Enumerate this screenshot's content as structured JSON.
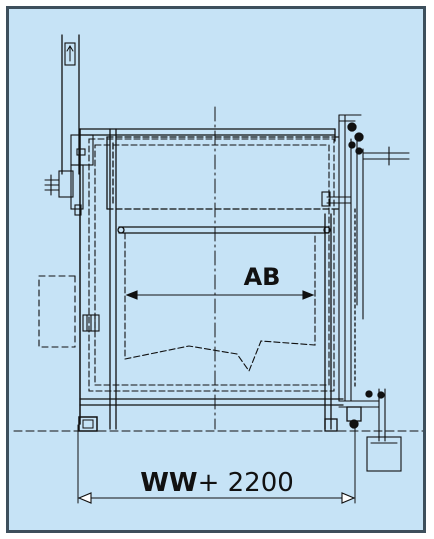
{
  "colors": {
    "frame": "#3d4f5c",
    "background": "#c6e3f6",
    "line": "#111111"
  },
  "labels": {
    "inner": "AB",
    "overall_bold": "WW",
    "overall_rest": "+ 2200"
  },
  "icons": {
    "flow_arrow": "up-arrow-icon"
  }
}
